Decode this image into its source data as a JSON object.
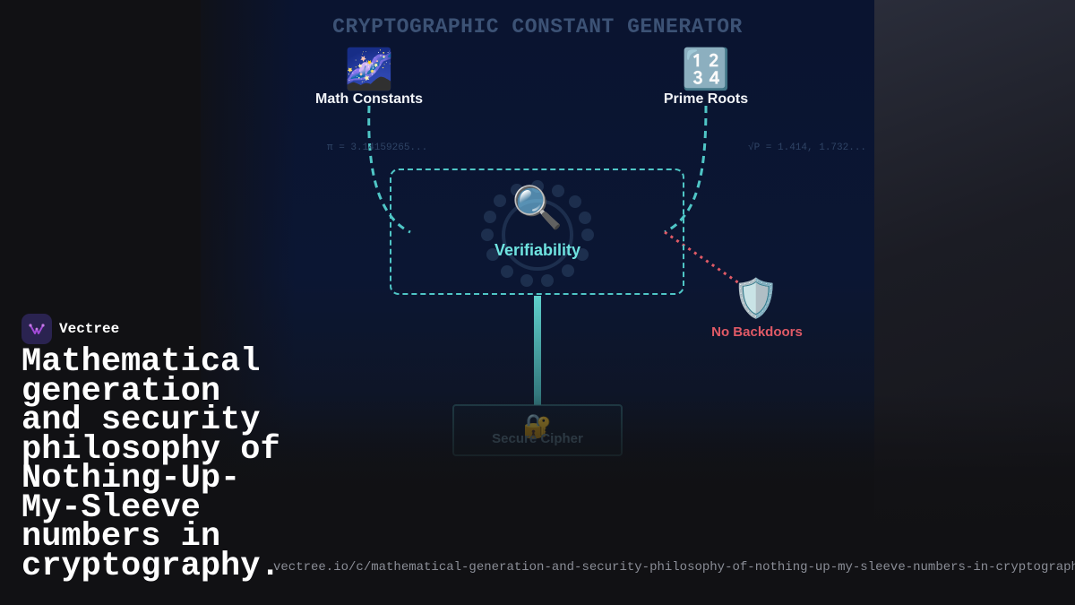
{
  "diagram": {
    "title": "CRYPTOGRAPHIC CONSTANT GENERATOR",
    "nodes": {
      "math_constants": {
        "icon": "milky-way-emoji",
        "glyph": "🌌",
        "label": "Math Constants",
        "annotation": "π = 3.14159265..."
      },
      "prime_roots": {
        "icon": "input-numbers-emoji",
        "glyph": "🔢",
        "label": "Prime Roots",
        "annotation": "√P = 1.414, 1.732..."
      },
      "verifiability": {
        "icon": "magnifying-glass-emoji",
        "glyph": "🔍",
        "label": "Verifiability"
      },
      "no_backdoors": {
        "icon": "shield-emoji",
        "glyph": "🛡️",
        "label": "No Backdoors"
      },
      "secure_cipher": {
        "icon": "locked-with-key-emoji",
        "glyph": "🔐",
        "label": "Secure Cipher"
      }
    },
    "colors": {
      "teal": "#4fc6c6",
      "red": "#e05a66",
      "background": "#0a1430"
    }
  },
  "brand": {
    "name": "Vectree",
    "logo_icon": "vectree-logo-icon",
    "accent": "#a24ad8"
  },
  "headline": "Mathematical generation and security philosophy of Nothing-Up-My-Sleeve numbers in cryptography.",
  "url": "vectree.io/c/mathematical-generation-and-security-philosophy-of-nothing-up-my-sleeve-numbers-in-cryptography"
}
